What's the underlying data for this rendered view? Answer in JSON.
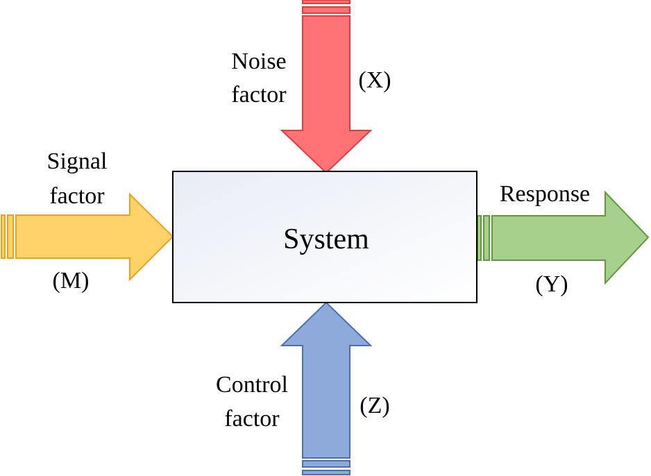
{
  "system": {
    "label": "System",
    "fill_top": "#e8ecf6",
    "fill_bottom": "#ffffff",
    "stroke": "#000000"
  },
  "noise": {
    "line1": "Noise",
    "line2": "factor",
    "symbol": "(X)",
    "fill": "#ff7376",
    "stroke": "#e83a3d"
  },
  "signal": {
    "line1": "Signal",
    "line2": "factor",
    "symbol": "(M)",
    "fill": "#ffd36a",
    "stroke": "#f0a020"
  },
  "response": {
    "line1": "Response",
    "symbol": "(Y)",
    "fill": "#a8d08d",
    "stroke": "#5e9a3a"
  },
  "control": {
    "line1": "Control",
    "line2": "factor",
    "symbol": "(Z)",
    "fill": "#8eaadb",
    "stroke": "#4a6fb0"
  }
}
